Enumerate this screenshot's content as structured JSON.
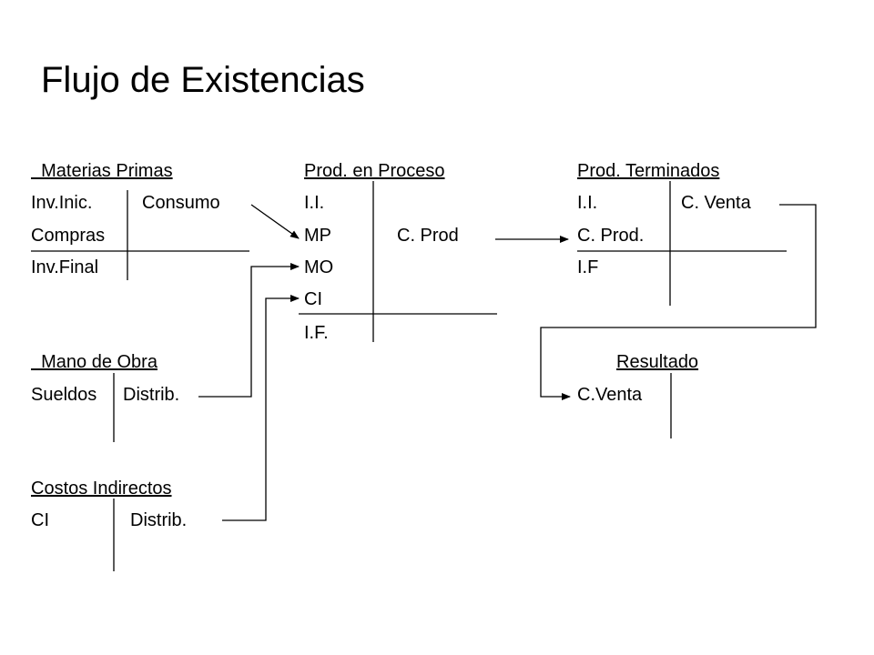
{
  "title": "Flujo de Existencias",
  "materias_primas": {
    "header": "  Materias Primas",
    "debit": [
      "Inv.Inic.",
      "Compras",
      "Inv.Final"
    ],
    "credit": [
      "Consumo"
    ]
  },
  "prod_en_proceso": {
    "header": "Prod. en Proceso",
    "debit": [
      "I.I.",
      "MP",
      "MO",
      "CI",
      "I.F."
    ],
    "credit": [
      "C. Prod"
    ]
  },
  "prod_terminados": {
    "header": "Prod. Terminados",
    "debit": [
      "I.I.",
      "C. Prod.",
      "I.F"
    ],
    "credit": [
      "C. Venta"
    ]
  },
  "mano_de_obra": {
    "header": "  Mano de Obra",
    "debit": [
      "Sueldos"
    ],
    "credit": [
      "Distrib."
    ]
  },
  "costos_indirectos": {
    "header": "Costos Indirectos",
    "debit": [
      "CI"
    ],
    "credit": [
      "Distrib."
    ]
  },
  "resultado": {
    "header": "Resultado",
    "debit": [
      "C.Venta"
    ]
  },
  "colors": {
    "text": "#000000",
    "line": "#000000",
    "background": "#ffffff"
  }
}
